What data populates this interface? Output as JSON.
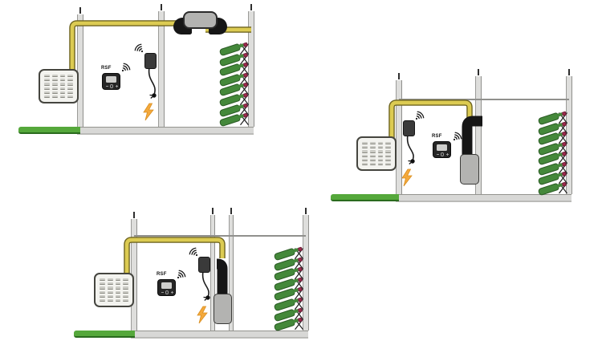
{
  "scene": {
    "background": "#FFFFFF",
    "diagram_count": 3,
    "bottles_per_rack": 8,
    "icons": [
      "wifi-signal-icon",
      "lightning-bolt-icon",
      "power-plug-icon"
    ]
  },
  "diagrams": [
    {
      "name": "ceiling-mounted-duct-unit",
      "thermostat_label": "RSF"
    },
    {
      "name": "wall-duct-unit-technical-room-side",
      "thermostat_label": "RSF"
    },
    {
      "name": "wall-duct-unit-through-wall",
      "thermostat_label": "RSF"
    }
  ],
  "palette": {
    "pipe_fill": "#DCCB52",
    "pipe_outline": "#6E6420",
    "ground_green": "#55A83B",
    "ground_green_dark": "#2A6B1E",
    "duct_black": "#161616",
    "unit_gray": "#B3B3B1",
    "condenser_body": "#F3F3EF",
    "condenser_edge": "#45453F",
    "condenser_slat": "#CBCBC5",
    "thermostat_body": "#262626",
    "thermostat_screen": "#CFCFCD",
    "receiver_body": "#3A3A3A",
    "cable_black": "#1C1C1C",
    "bottle_green": "#44883A",
    "bottle_cap_red": "#9E2C4E",
    "lightning_orange": "#F4A93C",
    "wire_black": "#1F1F1F"
  }
}
